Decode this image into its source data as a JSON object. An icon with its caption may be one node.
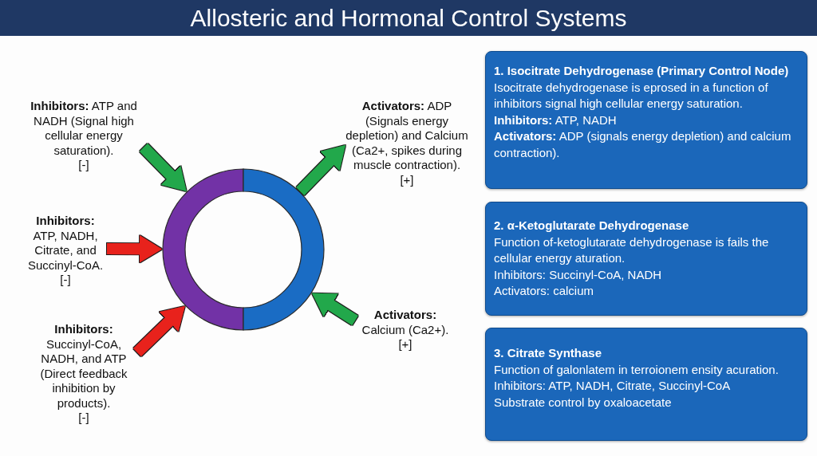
{
  "diagram": {
    "title": "Allosteric and Hormonal Control Systems",
    "nodes": [
      {
        "text": [],
        "shape": "ring"
      },
      {
        "text": [
          "**Inhibitors:** ATP and NADH (Signal high cellular energy saturation).",
          "[-]"
        ]
      },
      {
        "text": [
          "**Activators:** ADP (Signals energy depletion) and Calcium (Ca2+, spikes during muscle contraction).",
          "[+]"
        ]
      },
      {
        "text": [
          "**Inhibitors:** ATP, NADH, Citrate, and Succinyl-CoA.",
          "[-]"
        ]
      },
      {
        "text": [
          "**Inhibitors:** Succinyl-CoA, NADH, and ATP (Direct feedback inhibition by products).",
          "[-]"
        ]
      },
      {
        "text": [
          "**Activators:** Calcium (Ca2+).",
          "[+]"
        ]
      },
      {
        "text": [
          "1. Isocitrate Dehydrogenase (Primary Control Node)",
          "Isocitrate dehydrogenase is eprosed in a function of inhibitors signal high cellular energy saturation.",
          "**Inhibitors:** ATP, NADH",
          "**Activators:** ADP (signals energy depletion) and calcium contraction)."
        ]
      },
      {
        "text": [
          "2. α-Ketoglutarate Dehydrogenase",
          "Function of-ketoglutarate dehydrogenase is fails the cellular energy aturation.",
          "Inhibitors: Succinyl-CoA, NADH",
          "Activators: calcium"
        ]
      },
      {
        "text": [
          "3. Citrate Synthase",
          "Function of galonlatem in terroionem ensity acuration.",
          "Inhibitors: ATP, NADH, Citrate, Succinyl-CoA",
          "Substrate control by oxaloacetate"
        ]
      }
    ],
    "edges": [
      {
        "from": 1,
        "to": 0,
        "arrow": "to"
      },
      {
        "from": 0,
        "to": 2,
        "arrow": "to"
      },
      {
        "from": 3,
        "to": 0,
        "arrow": "to",
        "color": "#e8211b"
      },
      {
        "from": 4,
        "to": 0,
        "arrow": "to",
        "color": "#e8211b"
      },
      {
        "from": 5,
        "to": 0,
        "arrow": "to"
      }
    ]
  }
}
